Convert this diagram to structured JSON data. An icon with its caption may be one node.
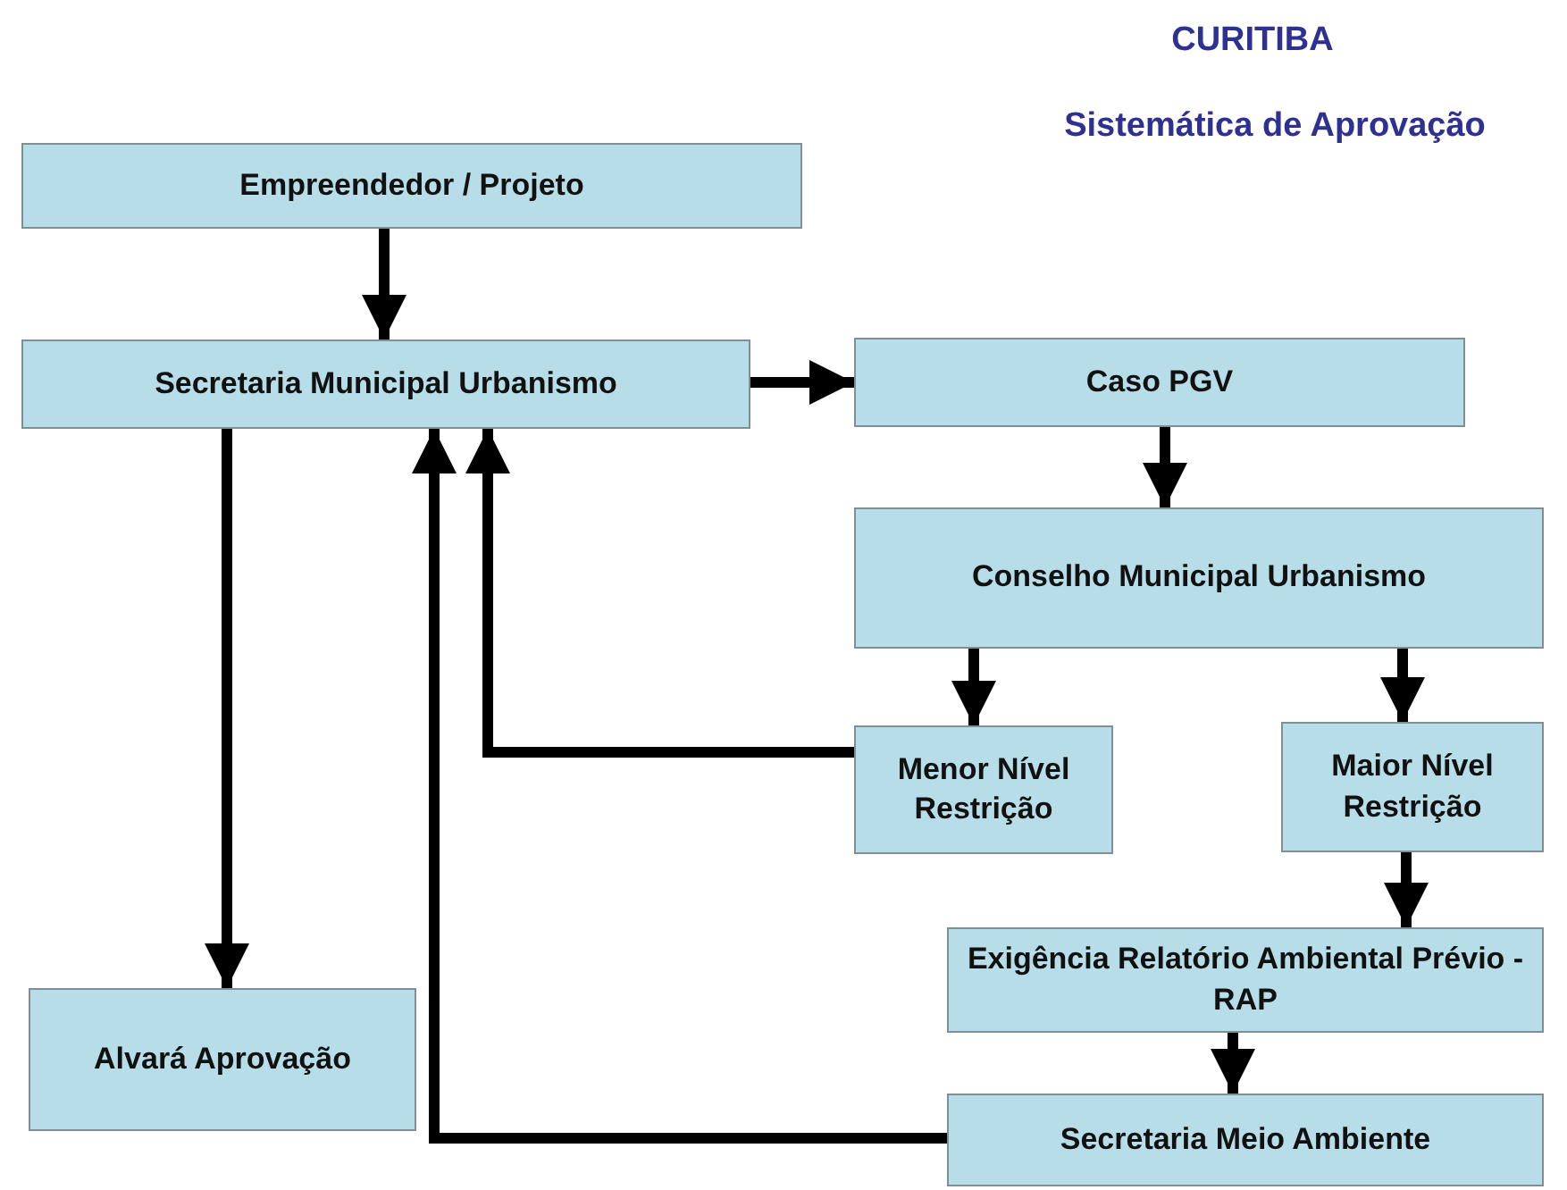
{
  "diagram": {
    "title": "CURITIBA",
    "caption": "Sistemática de Aprovação",
    "nodes": [
      {
        "text": [
          "Empreendedor / Projeto"
        ]
      },
      {
        "text": [
          "Secretaria Municipal Urbanismo"
        ]
      },
      {
        "text": [
          "Caso PGV"
        ]
      },
      {
        "text": [
          "Conselho Municipal Urbanismo"
        ]
      },
      {
        "text": [
          "Menor Nível Restrição"
        ]
      },
      {
        "text": [
          "Maior Nível Restrição"
        ]
      },
      {
        "text": [
          "Exigência Relatório Ambiental Prévio - RAP"
        ]
      },
      {
        "text": [
          "Alvará Aprovação"
        ]
      },
      {
        "text": [
          "Secretaria Meio Ambiente"
        ]
      }
    ],
    "edges": [
      {
        "from": 0,
        "to": 1,
        "arrow": "to"
      },
      {
        "from": 1,
        "to": 2,
        "arrow": "to"
      },
      {
        "from": 2,
        "to": 3,
        "arrow": "to"
      },
      {
        "from": 3,
        "to": 4,
        "arrow": "to"
      },
      {
        "from": 3,
        "to": 5,
        "arrow": "to"
      },
      {
        "from": 5,
        "to": 6,
        "arrow": "to"
      },
      {
        "from": 6,
        "to": 8,
        "arrow": "to"
      },
      {
        "from": 1,
        "to": 7,
        "arrow": "to"
      },
      {
        "from": 4,
        "to": 1,
        "arrow": "to"
      },
      {
        "from": 8,
        "to": 1,
        "arrow": "to"
      }
    ]
  }
}
